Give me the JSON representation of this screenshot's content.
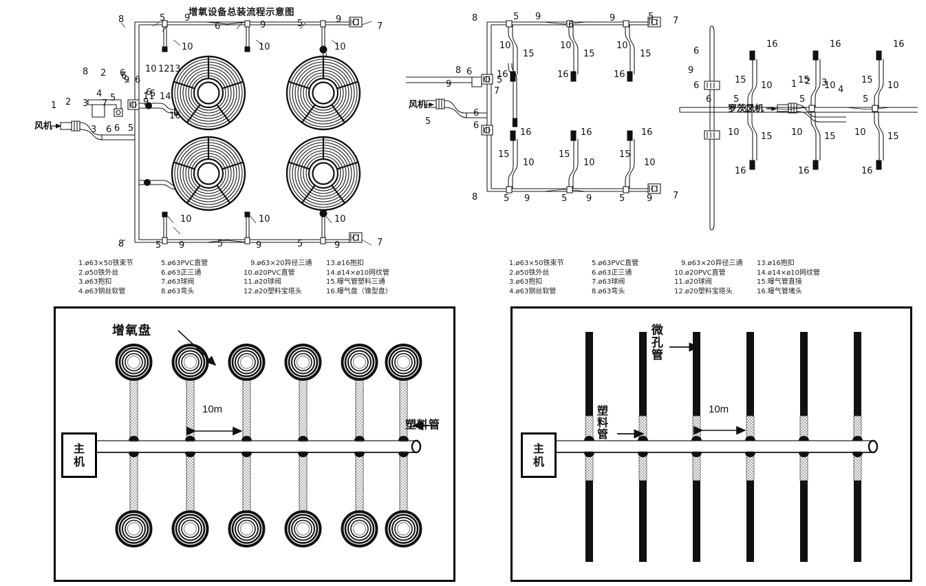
{
  "document": {
    "title": "增氧设备总装流程示意图",
    "type": "technical-assembly-drawing"
  },
  "top_left_drawing": {
    "name": "aeration-disc-layout",
    "blower_label": "风机",
    "callout_numbers": [
      "8",
      "5",
      "9",
      "6",
      "9",
      "5",
      "9",
      "7",
      "6",
      "8",
      "2",
      "4",
      "1",
      "2",
      "3",
      "5",
      "7",
      "6",
      "6",
      "10",
      "12",
      "13",
      "11",
      "14",
      "16",
      "10",
      "10",
      "10",
      "9",
      "9",
      "9",
      "5",
      "5",
      "5",
      "8",
      "7",
      "6",
      "3",
      "6",
      "5"
    ],
    "disc_count": 4
  },
  "top_right_drawing": {
    "name": "microporous-pipe-layout",
    "blower_label_left": "风机",
    "blower_label_right": "罗茨风机",
    "callout_numbers": [
      "8",
      "5",
      "9",
      "6",
      "9",
      "5",
      "9",
      "7",
      "6",
      "10",
      "15",
      "16",
      "10",
      "15",
      "16",
      "10",
      "15",
      "16",
      "6",
      "9",
      "5",
      "7",
      "6",
      "6",
      "5",
      "8",
      "5",
      "9",
      "5",
      "9",
      "5",
      "9",
      "7",
      "16",
      "15",
      "10",
      "6",
      "5",
      "13"
    ],
    "riser_count": 6
  },
  "legend_left": {
    "title": "parts-list-left",
    "columns": [
      [
        "1.ø63×50铁束节",
        "2.ø50铁外丝",
        "3.ø63抱扣",
        "4.ø63钢丝软管"
      ],
      [
        "5.ø63PVC直管",
        "6.ø63正三通",
        "7.ø63球阀",
        "8.ø63弯头"
      ],
      [
        "9.ø63×20异径三通",
        "10.ø20PVC直管",
        "11.ø20球阀",
        "12.ø20塑料宝塔头"
      ],
      [
        "13.ø16抱扣",
        "14.ø14×ø10网纹管",
        "15.曝气管塑料三通",
        "16.曝气盘（锥型盘）"
      ]
    ]
  },
  "legend_right": {
    "title": "parts-list-right",
    "columns": [
      [
        "1.ø63×50铁束节",
        "2.ø50铁外丝",
        "3.ø63抱扣",
        "4.ø63钢丝软管"
      ],
      [
        "5.ø63PVC直管",
        "6.ø63正三通",
        "7.ø63球阀",
        "8.ø63弯头"
      ],
      [
        "9.ø63×20异径三通",
        "10.ø20PVC直管",
        "11.ø20球阀",
        "12.ø20塑料宝塔头"
      ],
      [
        "13.ø16抱扣",
        "14.ø14×ø10网纹管",
        "15.曝气管直接",
        "16.曝气管堵头"
      ]
    ]
  },
  "panel_left": {
    "name": "aeration-disc-plan-view",
    "host_label_line1": "主",
    "host_label_line2": "机",
    "disc_label": "增氧盘",
    "pipe_label": "塑料管",
    "spacing_label": "10m",
    "branch_count": 6
  },
  "panel_right": {
    "name": "microporous-pipe-plan-view",
    "host_label_line1": "主",
    "host_label_line2": "机",
    "micro_pipe_label": "微孔管",
    "pipe_label": "塑料管",
    "spacing_label": "10m",
    "branch_count": 6
  },
  "colors": {
    "line": "#111111",
    "frame": "#000000",
    "background": "#ffffff",
    "texture": "#b8b8b8"
  }
}
